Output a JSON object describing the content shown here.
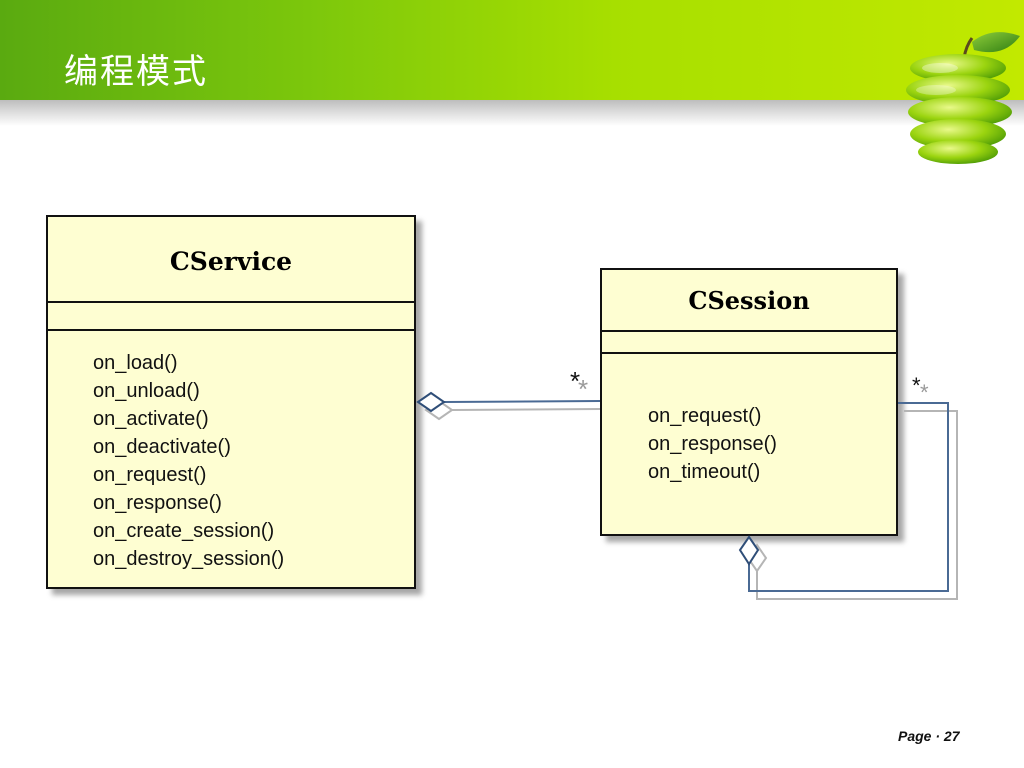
{
  "slide": {
    "title": "编程模式",
    "page_label": "Page",
    "page_separator": "·",
    "page_number": "27"
  },
  "diagram": {
    "classes": [
      {
        "id": "cservice",
        "name": "CService",
        "methods": [
          "on_load()",
          "on_unload()",
          "on_activate()",
          "on_deactivate()",
          "on_request()",
          "on_response()",
          "on_create_session()",
          "on_destroy_session()"
        ]
      },
      {
        "id": "csession",
        "name": "CSession",
        "methods": [
          "on_request()",
          "on_response()",
          "on_timeout()"
        ]
      }
    ],
    "associations": [
      {
        "from": "CService",
        "to": "CSession",
        "kind": "aggregation",
        "multiplicity": "*"
      },
      {
        "from": "CSession",
        "to": "CSession",
        "kind": "aggregation",
        "multiplicity": "*"
      }
    ]
  },
  "colors": {
    "header_green": "#7cc70c",
    "class_fill": "#fefed2",
    "connector_blue": "#4a6a94",
    "connector_gray": "#b5b5b5"
  },
  "icons": [
    "green-apple-icon"
  ]
}
